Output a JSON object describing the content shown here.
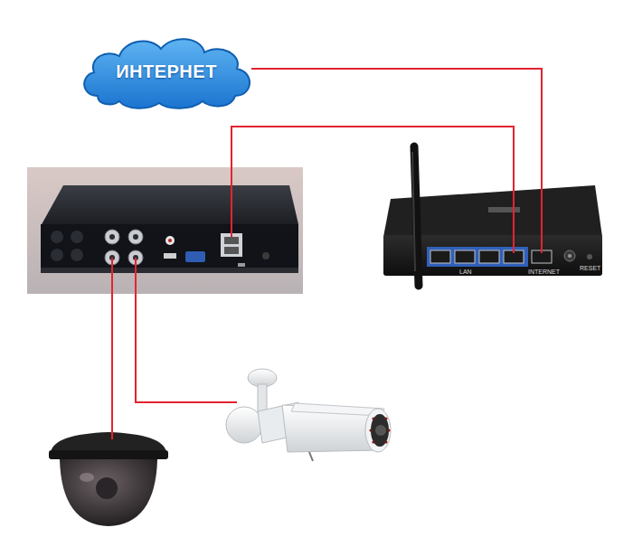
{
  "diagram": {
    "nodes": [
      {
        "text": [
          "ИНТЕРНЕТ"
        ]
      }
    ],
    "labels": [
      "LAN",
      "INTERNET",
      "RESET"
    ]
  }
}
